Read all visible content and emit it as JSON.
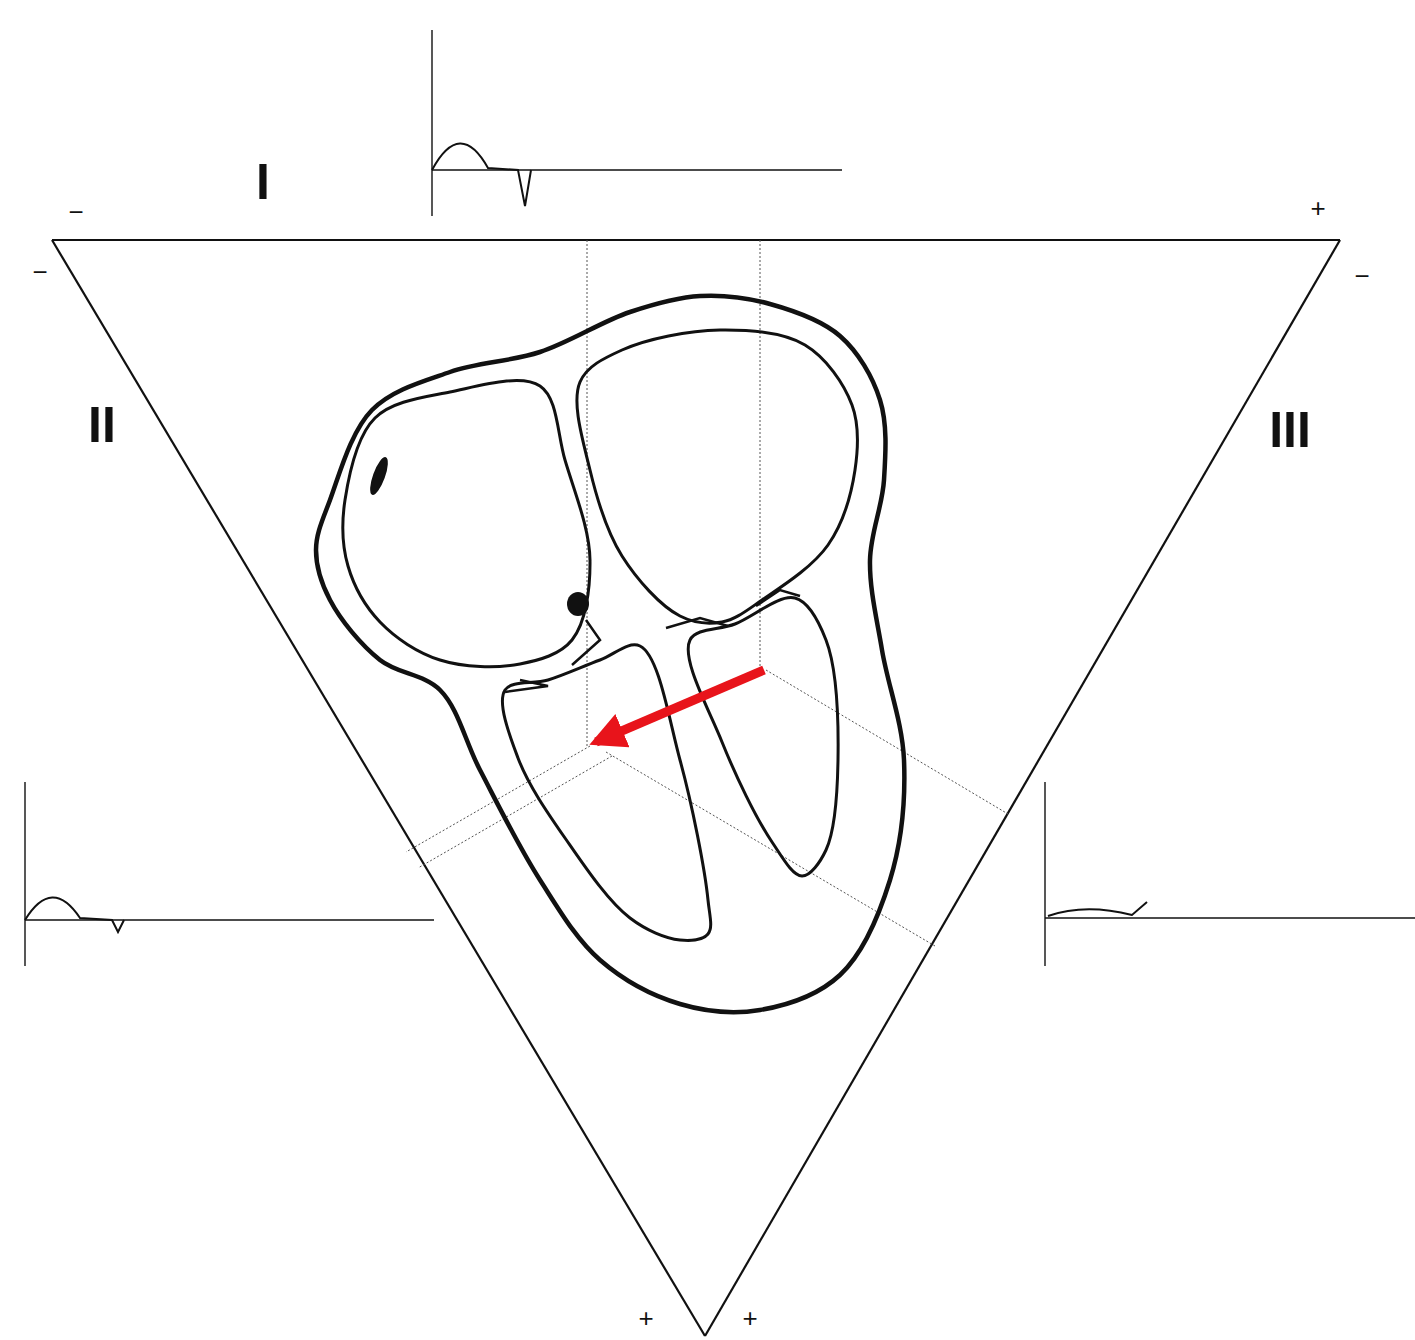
{
  "diagram": {
    "labels": [
      "I",
      "−",
      "+",
      "−",
      "−",
      "II",
      "III",
      "+",
      "+"
    ]
  }
}
